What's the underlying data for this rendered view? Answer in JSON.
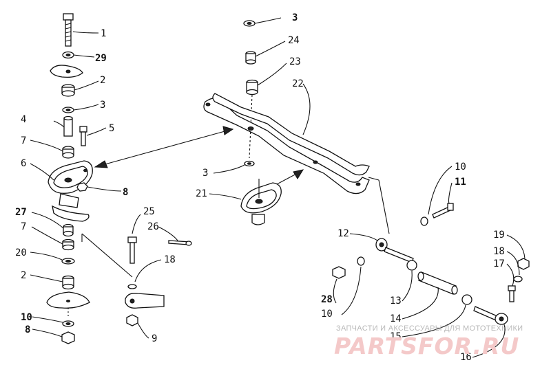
{
  "callouts": {
    "c1": "1",
    "c29": "29",
    "c2a": "2",
    "c3a": "3",
    "c4": "4",
    "c5": "5",
    "c7a": "7",
    "c6": "6",
    "c8a": "8",
    "c27": "27",
    "c7b": "7",
    "c20": "20",
    "c2b": "2",
    "c10a": "10",
    "c8b": "8",
    "c25": "25",
    "c26": "26",
    "c18a": "18",
    "c9": "9",
    "c3b": "3",
    "c24": "24",
    "c23": "23",
    "c22": "22",
    "c3c": "3",
    "c21": "21",
    "c10b": "10",
    "c11": "11",
    "c12": "12",
    "c19": "19",
    "c18b": "18",
    "c17": "17",
    "c28": "28",
    "c10c": "10",
    "c13": "13",
    "c14": "14",
    "c15": "15",
    "c16": "16"
  },
  "watermark": {
    "caption": "ЗАПЧАСТИ И АКСЕССУАРЫ ДЛЯ МОТОТЕХНИКИ",
    "logo": "PARTSFOR.RU",
    "color": "#e8a6a6"
  }
}
